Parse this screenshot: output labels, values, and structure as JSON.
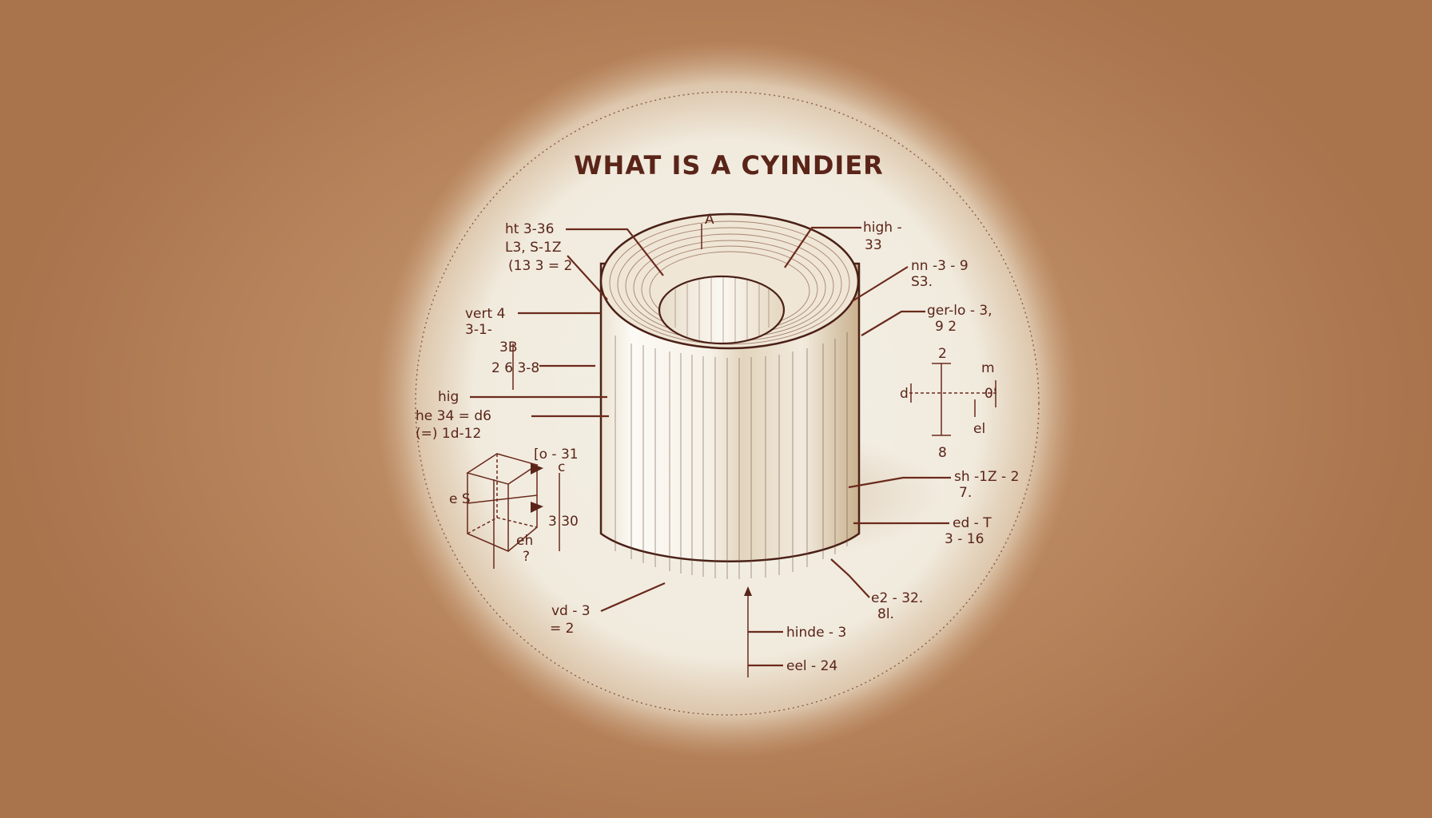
{
  "title": "WHAT IS A CYINDIER",
  "top_mark": "A",
  "colors": {
    "background": "#b9875f",
    "halo": "#f3efe4",
    "ink": "#5a2418",
    "leader": "#6b2a1c",
    "cylinder_light": "#fbf8f1",
    "cylinder_shade": "#d9c6a8"
  },
  "labels": {
    "l1a": "ht 3-36",
    "l1b": "L3, S-1Z",
    "l1c": "(13 3 = 2",
    "l2a": "vert 4",
    "l2b": "3-1-",
    "l3a": "3B",
    "l3b": "2 6 3-8",
    "l4a": "hig",
    "l4b": "he 34 = d6",
    "l4c": "(=) 1d-12",
    "l5a": "[o - 31",
    "l5b": "c",
    "l5c": "3 30",
    "l5d": "e S",
    "l5e": "eh",
    "l5f": "?",
    "l6a": "vd - 3",
    "l6b": "= 2",
    "r1a": "high -",
    "r1b": "33",
    "r2a": "nn -3 - 9",
    "r2b": "S3.",
    "r3a": "ger-lo - 3,",
    "r3b": "9 2",
    "r4a": "2",
    "r4b": "m",
    "r4c": "d",
    "r4d": "0'",
    "r4e": "el",
    "r4f": "8",
    "r5a": "sh -1Z - 2",
    "r5b": "7.",
    "r6a": "ed - T",
    "r6b": "3 - 16",
    "r7a": "e2 - 32.",
    "r7b": "8l.",
    "b1": "hinde - 3",
    "b2": "eel - 24"
  }
}
